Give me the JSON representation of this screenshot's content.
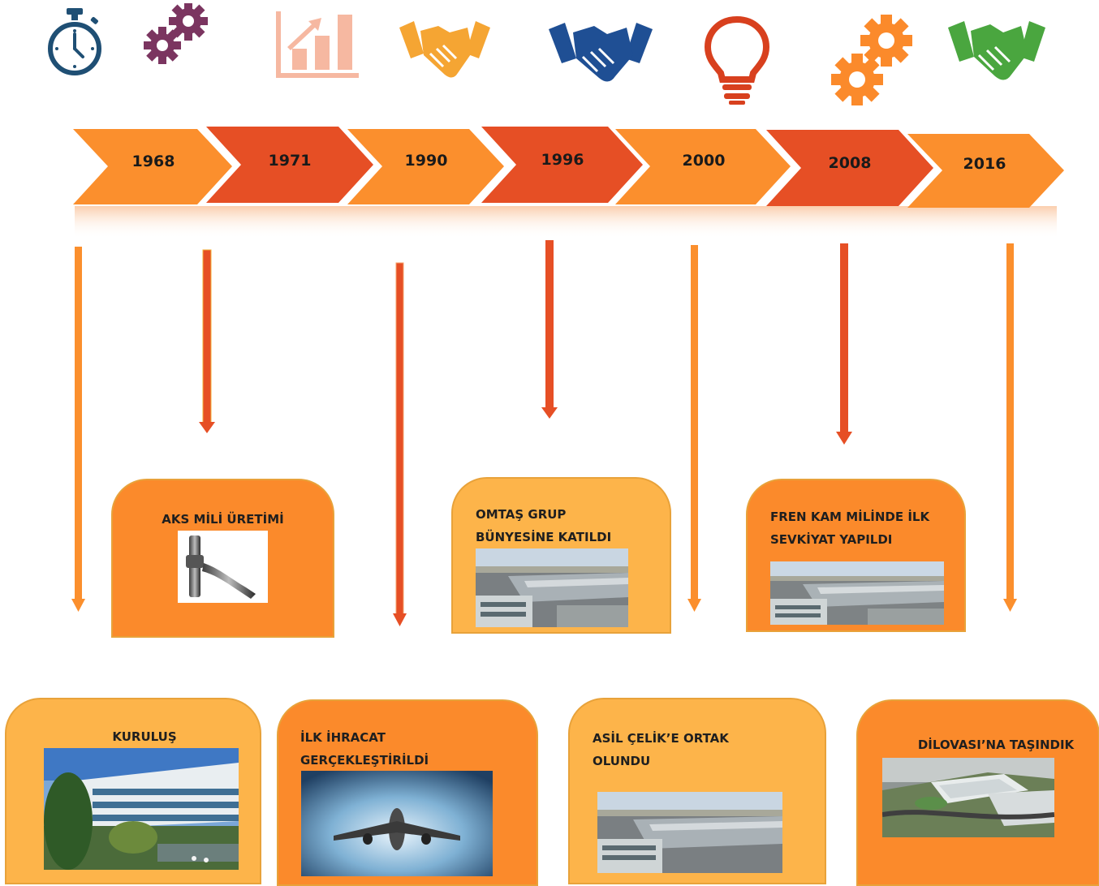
{
  "icons": [
    "stopwatch-icon",
    "gears-icon",
    "growth-chart-icon",
    "handshake-icon",
    "handshake-icon",
    "lightbulb-icon",
    "gears-icon",
    "handshake-icon"
  ],
  "colors": {
    "orange_light": "#fb8f2d",
    "orange_dark": "#e64f25",
    "card_light": "#fdb44a",
    "card_dark": "#fb8a2b",
    "navy": "#1f4f74",
    "plum": "#7b3560",
    "salmon": "#f6b8a1",
    "gold": "#f5a533",
    "blue": "#1f4f94",
    "red": "#d8401e",
    "green": "#4aa63f"
  },
  "timeline": {
    "years": [
      "1968",
      "1971",
      "1990",
      "1996",
      "2000",
      "2008",
      "2016"
    ]
  },
  "events": {
    "e1968": "KURULUŞ",
    "e1971": "AKS MİLİ ÜRETİMİ",
    "e1990_l1": "İLK İHRACAT",
    "e1990_l2": "GERÇEKLEŞTİRİLDİ",
    "e1996_l1": "OMTAŞ GRUP",
    "e1996_l2": "BÜNYESİNE KATILDI",
    "e2000_l1": "ASİL ÇELİK’E ORTAK",
    "e2000_l2": "OLUNDU",
    "e2008_l1": "FREN KAM MİLİNDE İLK",
    "e2008_l2": "SEVKİYAT YAPILDI",
    "e2016": "DİLOVASI’NA TAŞINDIK"
  }
}
